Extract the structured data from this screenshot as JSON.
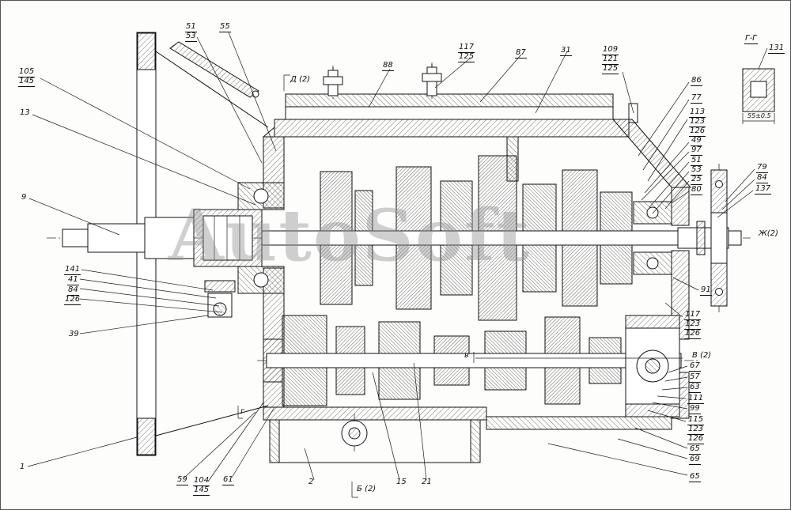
{
  "watermark": "AutoSoft",
  "callouts": {
    "tl_51": "51",
    "tl_53": "53",
    "tl_55": "55",
    "l_105": "105",
    "l_145": "145",
    "l_13": "13",
    "l_9": "9",
    "t_88": "88",
    "t_117": "117",
    "t_125": "125",
    "t_87": "87",
    "t_31": "31",
    "tr_109": "109",
    "tr_121": "121",
    "tr_125": "125",
    "r_86": "86",
    "r_77": "77",
    "r_113": "113",
    "r_123": "123",
    "r_126": "126",
    "r_49": "49",
    "r_97": "97",
    "r_51": "51",
    "r_53": "53",
    "r_25": "25",
    "r_80": "80",
    "fr_79": "79",
    "fr_84": "84",
    "fr_137": "137",
    "gg_131": "131",
    "r_91": "91",
    "rm_117": "117",
    "rm_123": "123",
    "rm_126": "126",
    "r_67": "67",
    "r_57": "57",
    "r_63": "63",
    "r_111": "111",
    "r_99": "99",
    "rb_115": "115",
    "rb_123": "123",
    "rb_126": "126",
    "r_65a": "65",
    "r_69": "69",
    "r_65b": "65",
    "lm_141": "141",
    "lm_41": "41",
    "lm_84": "84",
    "lm_126": "126",
    "l_39": "39",
    "l_1": "1",
    "b_59": "59",
    "b_104": "104",
    "b_145": "145",
    "b_61": "61",
    "b_2": "2",
    "b_15": "15",
    "b_21": "21"
  },
  "view_markers": {
    "d2": "Д (2)",
    "b2": "Б (2)",
    "v2": "В (2)",
    "zh2": "Ж(2)",
    "gg": "Г-Г",
    "g_small": "г",
    "v_small": "в"
  },
  "dimensions": {
    "gg_width": "55±0.5"
  }
}
